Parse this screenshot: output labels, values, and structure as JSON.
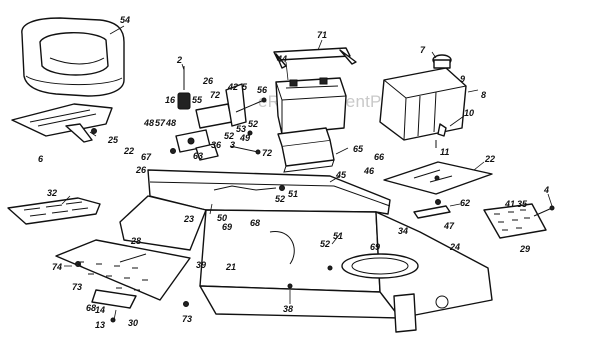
{
  "watermark": "eReplacementParts.com",
  "labels": {
    "l54": "54",
    "l6": "6",
    "l25": "25",
    "l2": "2",
    "l16": "16",
    "l55": "55",
    "l26a": "26",
    "l42": "42",
    "l5": "5",
    "l56": "56",
    "l72a": "72",
    "l48a": "48",
    "l57": "57",
    "l48b": "48",
    "l53": "53",
    "l52a": "52",
    "l22a": "22",
    "l67": "67",
    "l63": "63",
    "l36": "36",
    "l3": "3",
    "l52b": "52",
    "l49": "49",
    "l72b": "72",
    "l26b": "26",
    "l71": "71",
    "l44": "44",
    "l65": "65",
    "l7": "7",
    "l9": "9",
    "l8": "8",
    "l10": "10",
    "l11": "11",
    "l66": "66",
    "l46": "46",
    "l22b": "22",
    "l45": "45",
    "l62": "62",
    "l47": "47",
    "l4": "4",
    "l41": "41",
    "l35": "35",
    "l29": "29",
    "l32": "32",
    "l23": "23",
    "l51a": "51",
    "l52c": "52",
    "l50": "50",
    "l68a": "68",
    "l69a": "69",
    "l28": "28",
    "l39": "39",
    "l21": "21",
    "l52d": "52",
    "l51b": "51",
    "l69b": "69",
    "l34": "34",
    "l24": "24",
    "l74": "74",
    "l73a": "73",
    "l68b": "68",
    "l14": "14",
    "l13": "13",
    "l30": "30",
    "l73b": "73",
    "l38": "38"
  }
}
